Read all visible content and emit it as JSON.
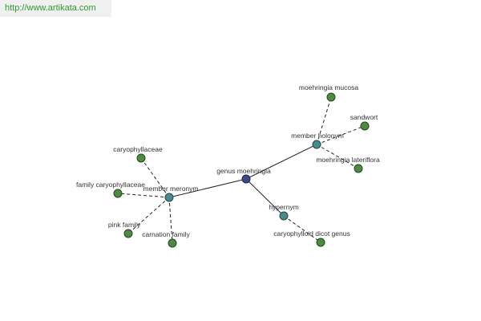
{
  "watermark": {
    "url_text": "http://www.artikata.com"
  },
  "graph": {
    "center": "genus moehringia",
    "relations": {
      "member_meronym": "member meronym",
      "member_holonym": "member holonym",
      "hypernym": "hypernym"
    },
    "meronym_leaves": {
      "caryophyllaceae": "caryophyllaceae",
      "family_caryophyllaceae": "family caryophyllaceae",
      "pink_family": "pink family",
      "carnation_family": "carnation family"
    },
    "holonym_leaves": {
      "moehringia_mucosa": "moehringia mucosa",
      "sandwort": "sandwort",
      "moehringia_lateriflora": "moehringia lateriflora"
    },
    "hypernym_leaves": {
      "caryophylloid_dicot_genus": "caryophylloid dicot genus"
    }
  }
}
